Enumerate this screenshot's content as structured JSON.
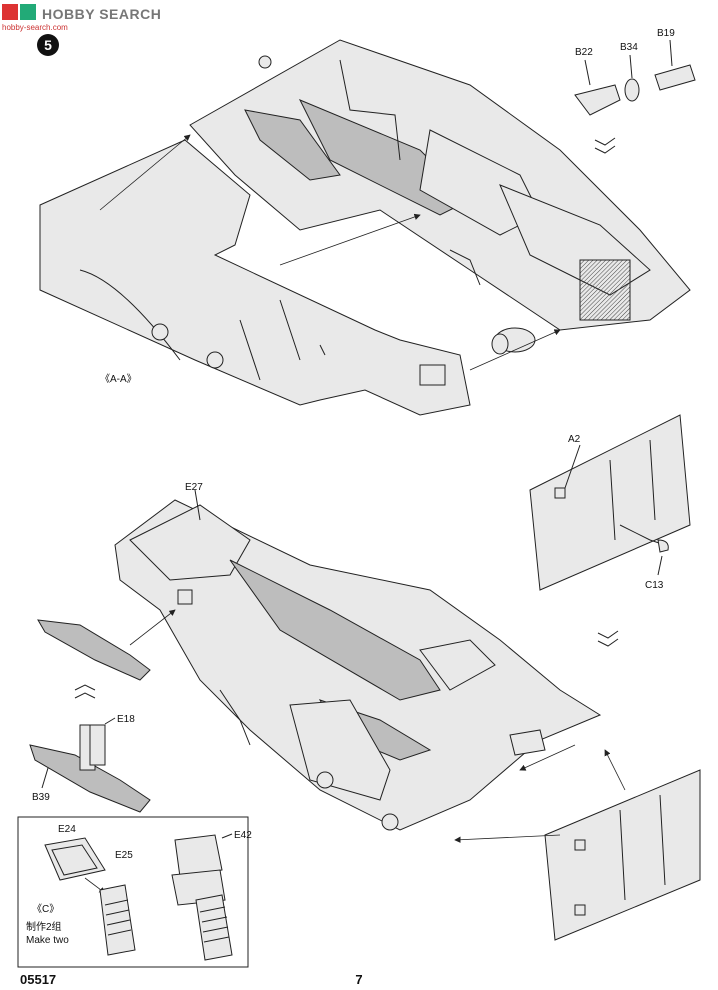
{
  "watermark": {
    "brand": "HOBBY SEARCH",
    "brand_icon": "hobby-search-logo",
    "sub": "hobby-search.com"
  },
  "step": {
    "number": "5"
  },
  "labels": {
    "b22": "B22",
    "b34": "B34",
    "b19": "B19",
    "section_aa": "《A-A》",
    "a2": "A2",
    "c13": "C13",
    "e27": "E27",
    "e18": "E18",
    "b39": "B39",
    "e24": "E24",
    "e25": "E25",
    "e42": "E42",
    "section_c": "《C》"
  },
  "note": {
    "cn": "制作2组",
    "en": "Make two"
  },
  "footer": {
    "kit_number": "05517",
    "page_number": "7"
  }
}
